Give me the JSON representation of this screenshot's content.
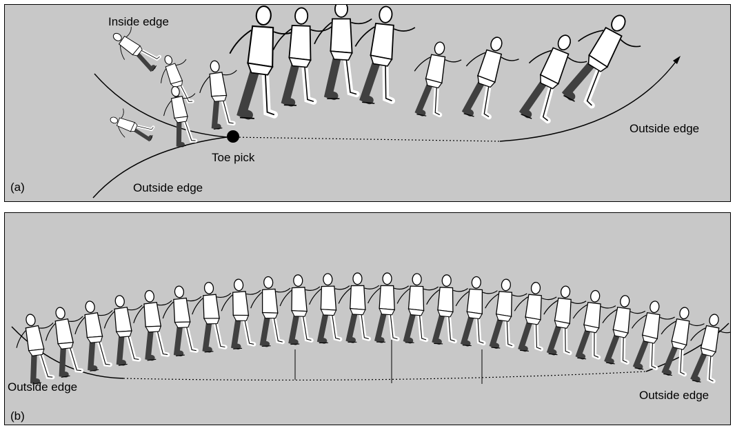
{
  "panel_a": {
    "tag": "(a)",
    "labels": {
      "inside_edge": "Inside edge",
      "outside_edge_left": "Outside edge",
      "outside_edge_right": "Outside edge",
      "toe_pick": "Toe pick"
    }
  },
  "panel_b": {
    "tag": "(b)",
    "labels": {
      "outside_edge_left": "Outside edge",
      "outside_edge_right": "Outside edge"
    }
  },
  "colors": {
    "panel_background": "#c8c8c8",
    "figure_fill": "#ffffff",
    "dark_leg": "#404040",
    "ink": "#000000"
  }
}
